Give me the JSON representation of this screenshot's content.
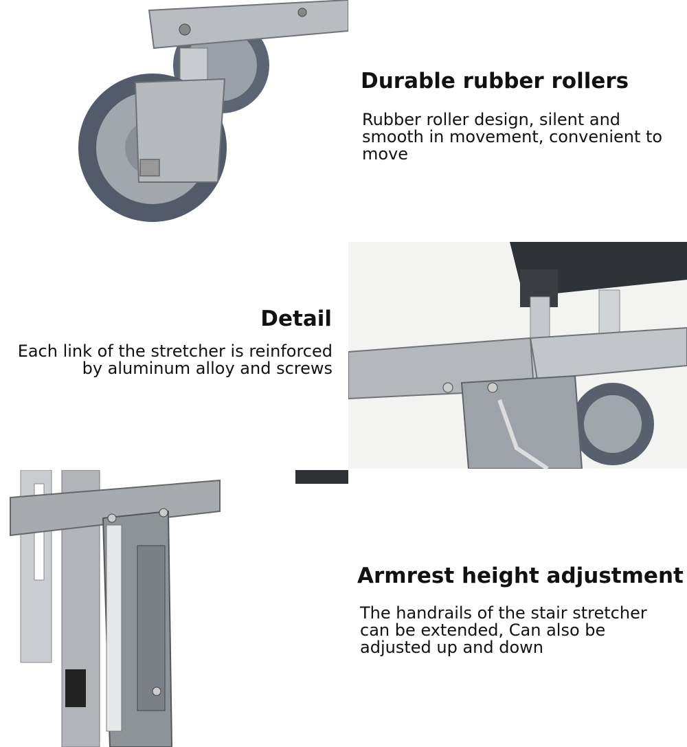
{
  "sections": [
    {
      "heading": "Durable rubber rollers",
      "text": "Rubber roller design, silent and smooth in movement, convenient to move",
      "photo_icon": "caster-wheel-photo"
    },
    {
      "heading": "Detail",
      "text": "Each link of the stretcher is reinforced by aluminum alloy and screws",
      "photo_icon": "frame-joint-photo"
    },
    {
      "heading": "Armrest height adjustment",
      "text": "The handrails of the stair stretcher can be extended, Can also be adjusted up and down",
      "photo_icon": "armrest-bracket-photo"
    }
  ],
  "colors": {
    "background": "#ffffff",
    "text": "#111111",
    "metal": "#a9adb3",
    "rubber": "#5a6170"
  }
}
